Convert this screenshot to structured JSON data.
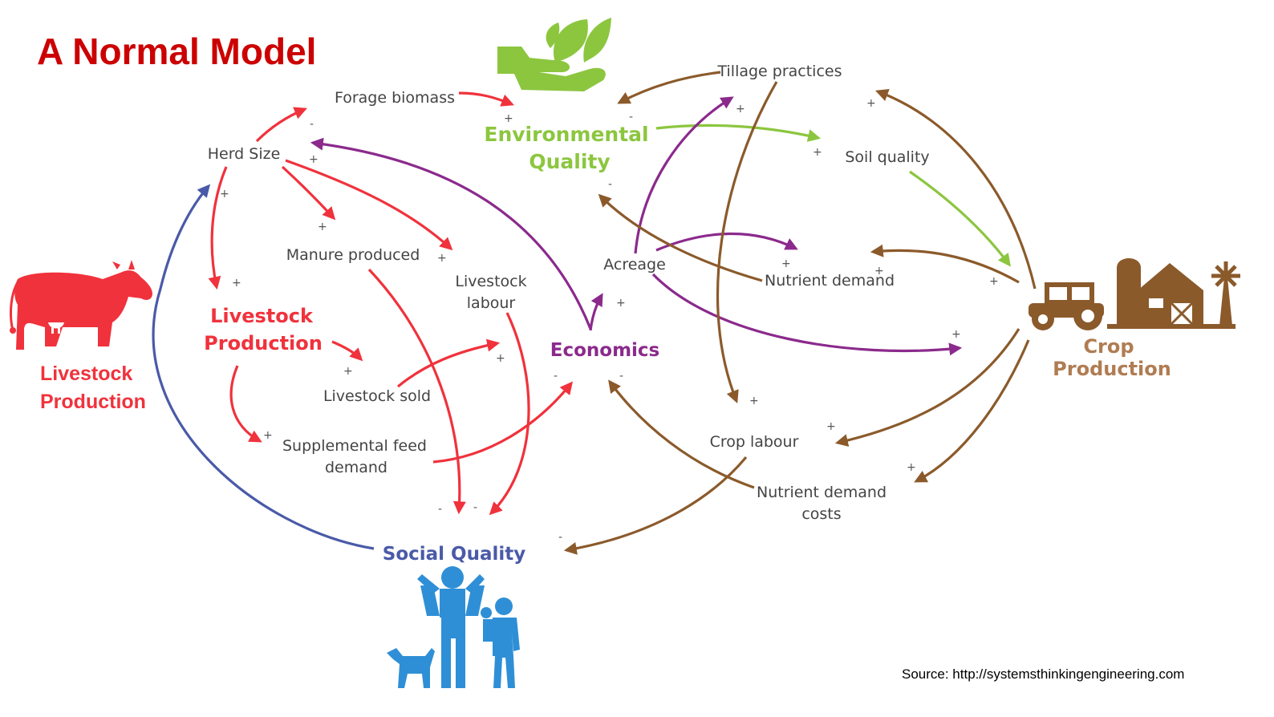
{
  "title": "A Normal Model",
  "colors": {
    "red": "#f0323c",
    "green": "#8cc63f",
    "purple": "#8b2a8c",
    "brown": "#8b5a2b",
    "blue": "#4a5aa8",
    "people": "#2f8fd6",
    "title_red": "#cc0000"
  },
  "hubs": {
    "environmental_1": "Environmental",
    "environmental_2": "Quality",
    "livestock_1": "Livestock",
    "livestock_2": "Production",
    "economics": "Economics",
    "social": "Social Quality",
    "crop_1": "Crop",
    "crop_2": "Production"
  },
  "side_label": {
    "line1": "Livestock",
    "line2": "Production"
  },
  "nodes": {
    "forage_biomass": "Forage biomass",
    "herd_size": "Herd Size",
    "manure_produced": "Manure produced",
    "livestock_labour_1": "Livestock",
    "livestock_labour_2": "labour",
    "livestock_sold": "Livestock sold",
    "supplemental_1": "Supplemental feed",
    "supplemental_2": "demand",
    "tillage": "Tillage practices",
    "soil_quality": "Soil quality",
    "acreage": "Acreage",
    "nutrient_demand": "Nutrient demand",
    "crop_labour": "Crop labour",
    "nutrient_costs_1": "Nutrient demand",
    "nutrient_costs_2": "costs"
  },
  "icons": [
    "hand-leaf-icon",
    "cow-icon",
    "farm-icon",
    "family-icon"
  ],
  "source": "Source: http://systemsthinkingengineering.com"
}
